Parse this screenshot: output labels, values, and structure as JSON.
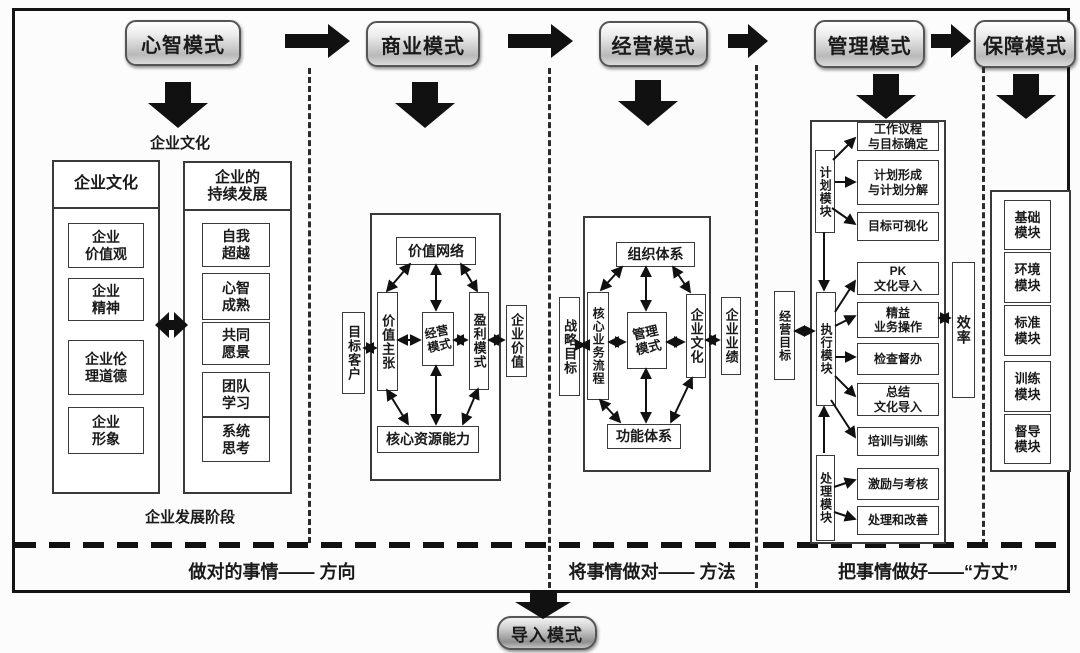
{
  "stages": {
    "s1": "心智模式",
    "s2": "商业模式",
    "s3": "经营模式",
    "s4": "管理模式",
    "s5": "保障模式"
  },
  "culture_label": "企业文化",
  "s1": {
    "left": {
      "title": "企业文化",
      "items": [
        "企业\n价值观",
        "企业\n精神",
        "企业伦\n理道德",
        "企业\n形象"
      ]
    },
    "right": {
      "title": "企业的\n持续发展",
      "items": [
        "自我\n超越",
        "心智\n成熟",
        "共同\n愿景",
        "团队\n学习",
        "系统\n思考"
      ]
    },
    "caption": "企业发展阶段"
  },
  "s2": {
    "outside_left": "目标客户",
    "top": "价值网络",
    "left": "价值主张",
    "center": "经营\n模式",
    "right": "盈利模式",
    "bottom": "核心资源能力",
    "outside_right": "企业价值"
  },
  "s3": {
    "outside_left": "战略目标",
    "top": "组织体系",
    "left": "核心业务流程",
    "center": "管理\n模式",
    "right": "企业文化",
    "bottom": "功能体系",
    "outside_right": "企业业绩"
  },
  "s4": {
    "outside_left": "经营目标",
    "plan_module": "计划模块",
    "plan_items": [
      "工作议程\n与目标确定",
      "计划形成\n与计划分解",
      "目标可视化"
    ],
    "exec_module": "执行模块",
    "exec_items": [
      "PK\n文化导入",
      "精益\n业务操作",
      "检查督办",
      "总结\n文化导入",
      "培训与训练"
    ],
    "handle_module": "处理模块",
    "handle_items": [
      "激励与考核",
      "处理和改善"
    ],
    "efficiency": "效率"
  },
  "s5": {
    "items": [
      "基础\n模块",
      "环境\n模块",
      "标准\n模块",
      "训练\n模块",
      "督导\n模块"
    ]
  },
  "footer": {
    "label1": "做对的事情—— 方向",
    "label2": "将事情做对—— 方法",
    "label3": "把事情做好——“方丈”",
    "import_mode": "导入模式"
  },
  "colors": {
    "ink": "#141414",
    "panel_border": "#3a3a3a",
    "metal_light": "#ececec",
    "metal_dark": "#b9b9b9"
  }
}
